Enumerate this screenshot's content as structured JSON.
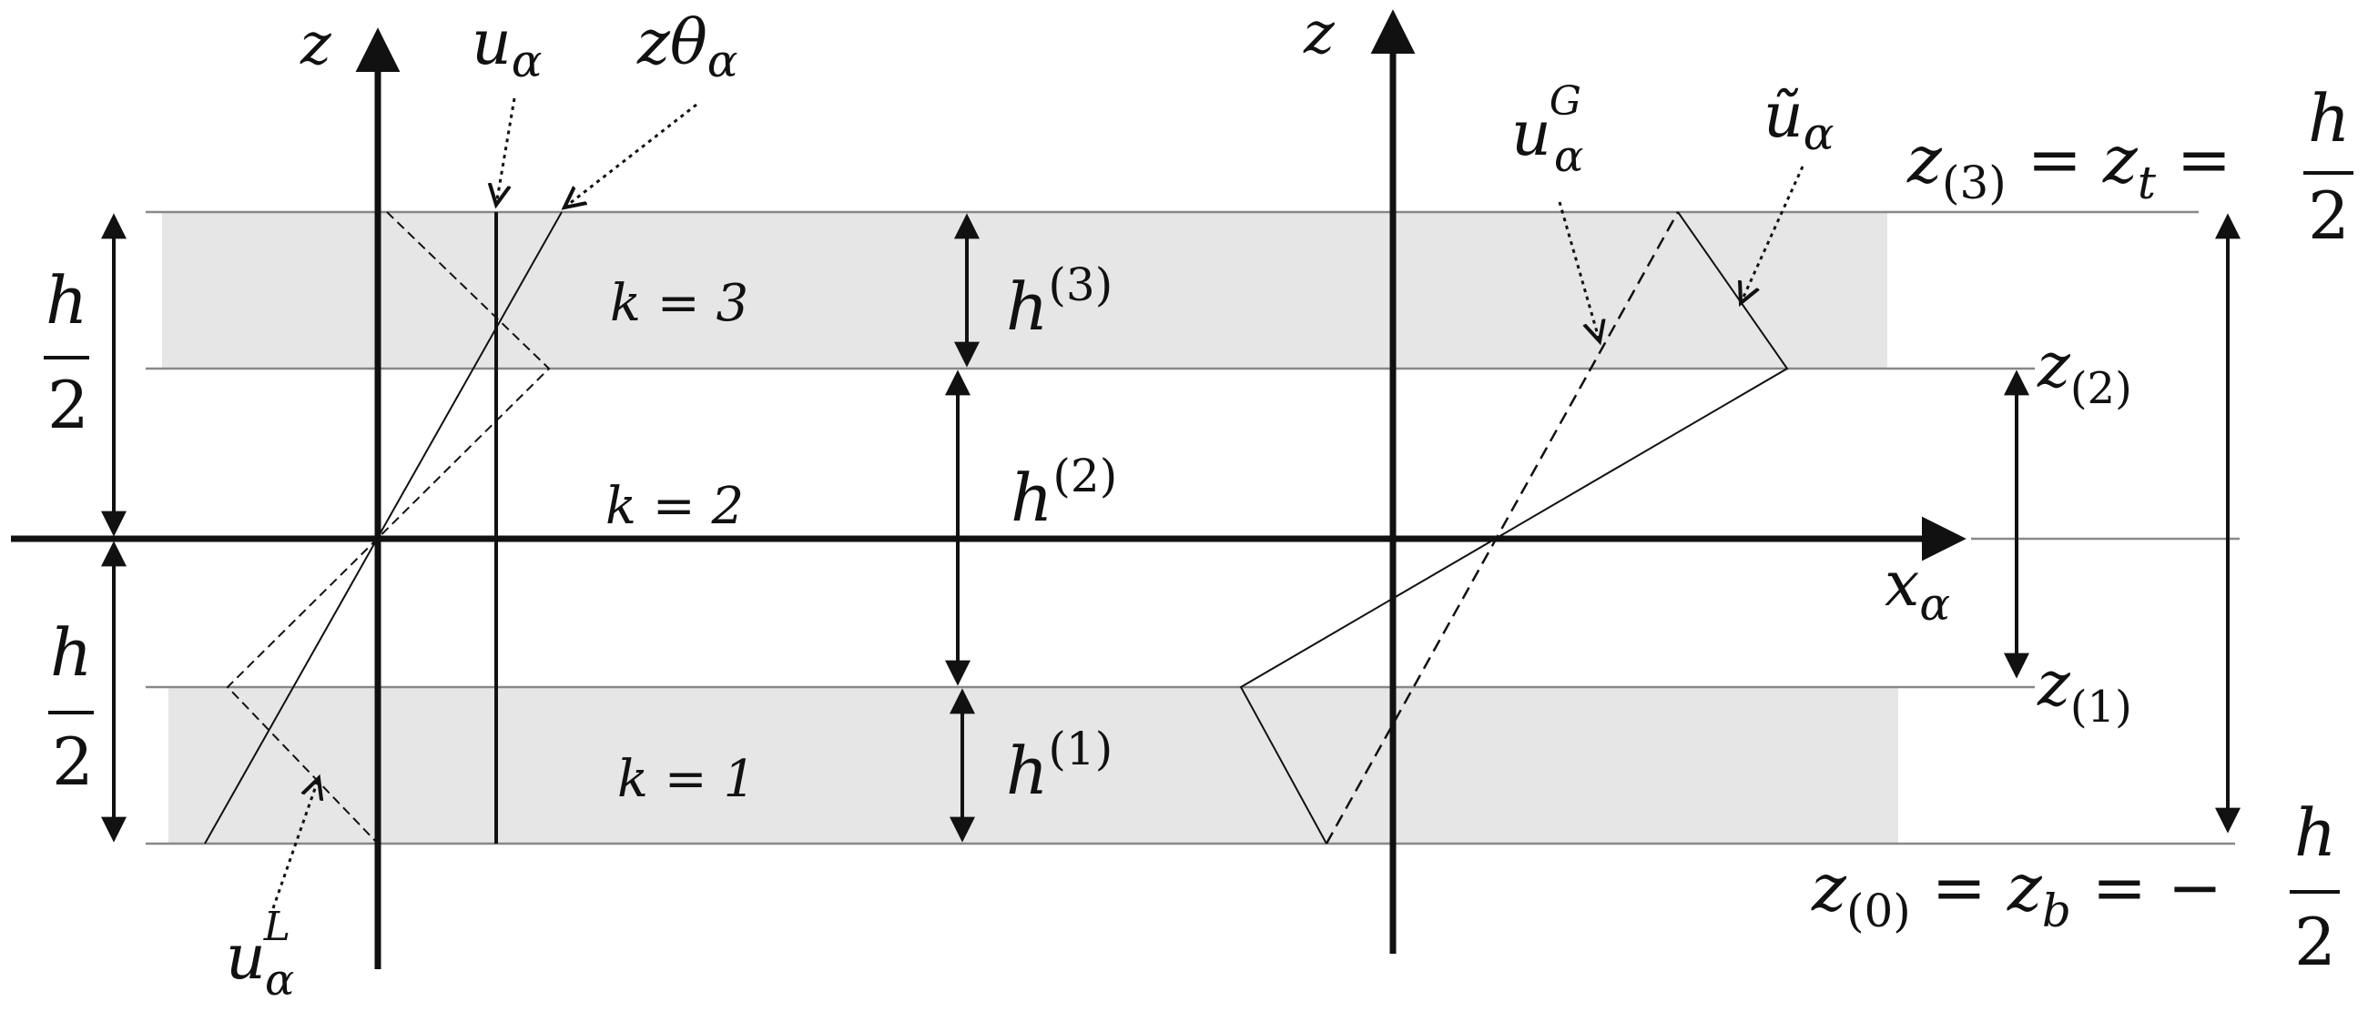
{
  "labels": {
    "z_axis_left": "z",
    "z_axis_right": "z",
    "x_axis": "x",
    "x_axis_sub": "α",
    "u_alpha": "u",
    "u_alpha_sub": "α",
    "z_theta": "zθ",
    "z_theta_sub": "α",
    "u_G": "u",
    "u_G_sup": "G",
    "u_G_sub": "α",
    "u_tilde": "ũ",
    "u_tilde_sub": "α",
    "u_L": "u",
    "u_L_sup": "L",
    "u_L_sub": "α",
    "k3": "k = 3",
    "k2": "k = 2",
    "k1": "k = 1",
    "h3": "h",
    "h3_sup": "(3)",
    "h2": "h",
    "h2_sup": "(2)",
    "h1": "h",
    "h1_sup": "(1)",
    "half_h_top_num": "h",
    "half_h_top_den": "2",
    "half_h_bottom_num": "h",
    "half_h_bottom_den": "2",
    "z3_lhs": "z",
    "z3_sub": "(3)",
    "z3_mid": " = z",
    "z3_mid_sub": "t",
    "z3_rhs_eq": " = ",
    "z3_num": "h",
    "z3_den": "2",
    "z2": "z",
    "z2_sub": "(2)",
    "z1": "z",
    "z1_sub": "(1)",
    "z0_lhs": "z",
    "z0_sub": "(0)",
    "z0_mid": " = z",
    "z0_mid_sub": "b",
    "z0_rhs_eq": " = −",
    "z0_num": "h",
    "z0_den": "2"
  },
  "colors": {
    "layer_fill": "#e6e6e6",
    "line": "#111111",
    "guide": "#888888"
  }
}
